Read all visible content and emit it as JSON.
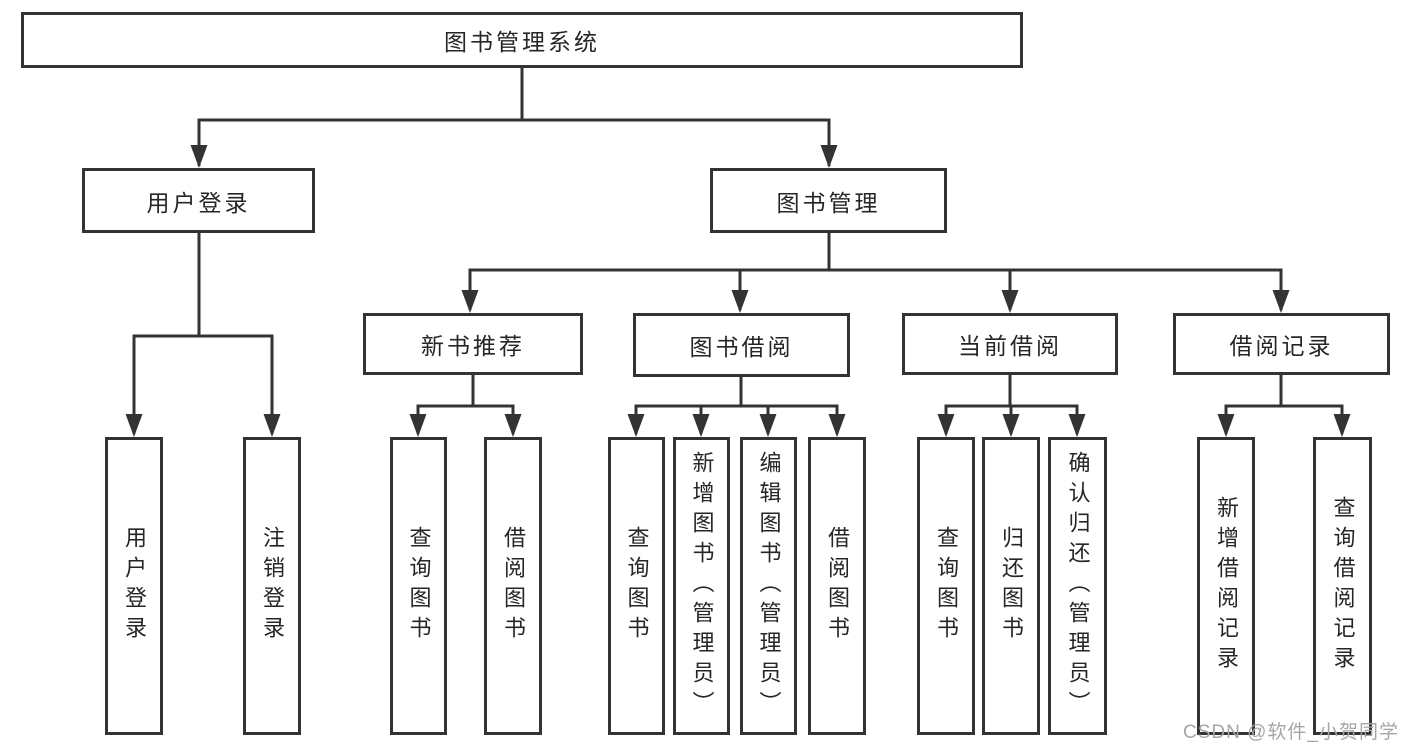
{
  "diagram": {
    "root": {
      "label": "图书管理系统"
    },
    "branches": [
      {
        "label": "用户登录",
        "children": [
          {
            "label": "用户登录"
          },
          {
            "label": "注销登录"
          }
        ]
      },
      {
        "label": "图书管理",
        "children": [
          {
            "label": "新书推荐",
            "children": [
              {
                "label": "查询图书"
              },
              {
                "label": "借阅图书"
              }
            ]
          },
          {
            "label": "图书借阅",
            "children": [
              {
                "label": "查询图书"
              },
              {
                "label": "新增图书（管理员）"
              },
              {
                "label": "编辑图书（管理员）"
              },
              {
                "label": "借阅图书"
              }
            ]
          },
          {
            "label": "当前借阅",
            "children": [
              {
                "label": "查询图书"
              },
              {
                "label": "归还图书"
              },
              {
                "label": "确认归还（管理员）"
              }
            ]
          },
          {
            "label": "借阅记录",
            "children": [
              {
                "label": "新增借阅记录"
              },
              {
                "label": "查询借阅记录"
              }
            ]
          }
        ]
      }
    ]
  },
  "watermark": {
    "text": "CSDN @软件_小贺同学"
  },
  "colors": {
    "line": "#333333",
    "text": "#262626",
    "watermark": "#a6a6a6",
    "background": "#ffffff"
  }
}
